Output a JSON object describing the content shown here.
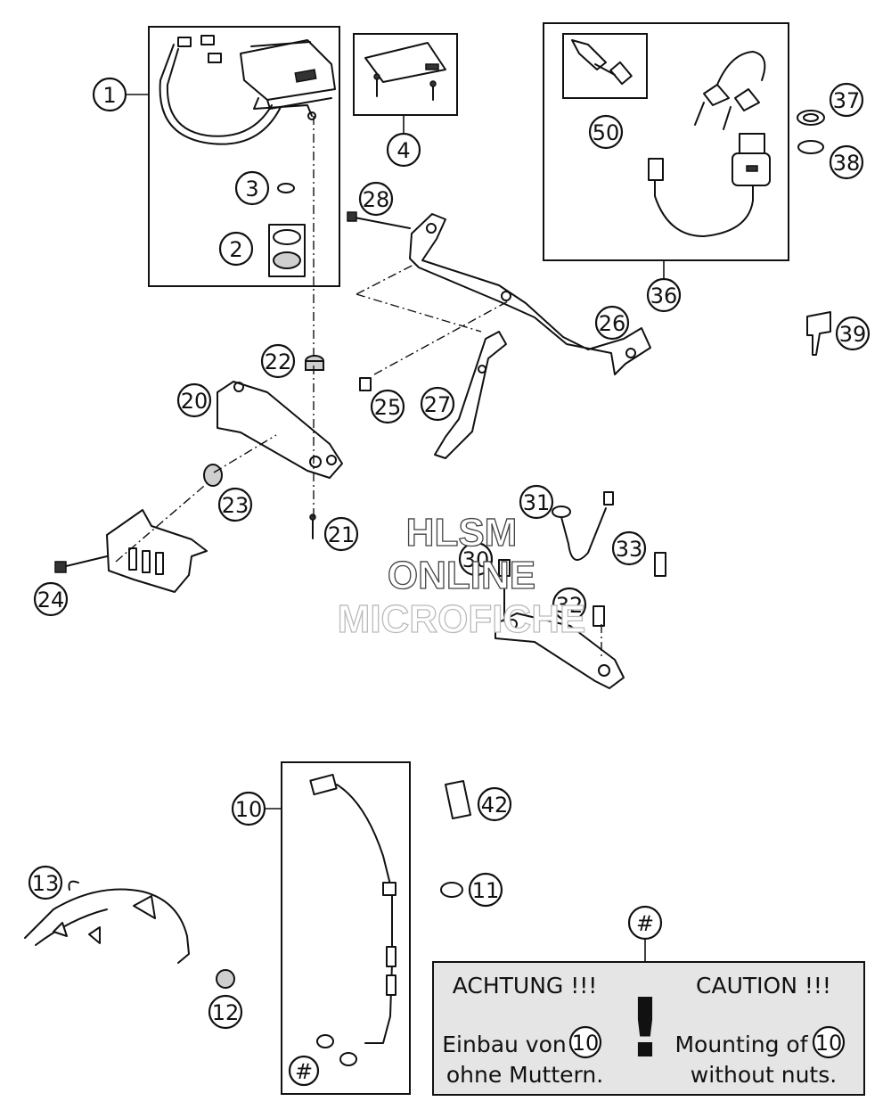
{
  "callouts": {
    "c1": "1",
    "c2": "2",
    "c3": "3",
    "c4": "4",
    "c10": "10",
    "c11": "11",
    "c12": "12",
    "c13": "13",
    "c20": "20",
    "c21": "21",
    "c22": "22",
    "c23": "23",
    "c24": "24",
    "c25": "25",
    "c26": "26",
    "c27": "27",
    "c28": "28",
    "c30": "30",
    "c31": "31",
    "c32": "32",
    "c33": "33",
    "c36": "36",
    "c37": "37",
    "c38": "38",
    "c39": "39",
    "c42": "42",
    "c50": "50",
    "hash_note": "#",
    "hash_sensor": "#"
  },
  "watermark": {
    "line1": "HLSM",
    "line2": "ONLINE",
    "line3": "MICROFICHE"
  },
  "notice": {
    "symbol": "!",
    "de_heading": "ACHTUNG !!!",
    "en_heading": "CAUTION !!!",
    "de_line1": "Einbau von",
    "de_line2": "ohne Muttern.",
    "en_line1": "Mounting of",
    "en_line2": "without nuts.",
    "de_ref": "10",
    "en_ref": "10"
  }
}
